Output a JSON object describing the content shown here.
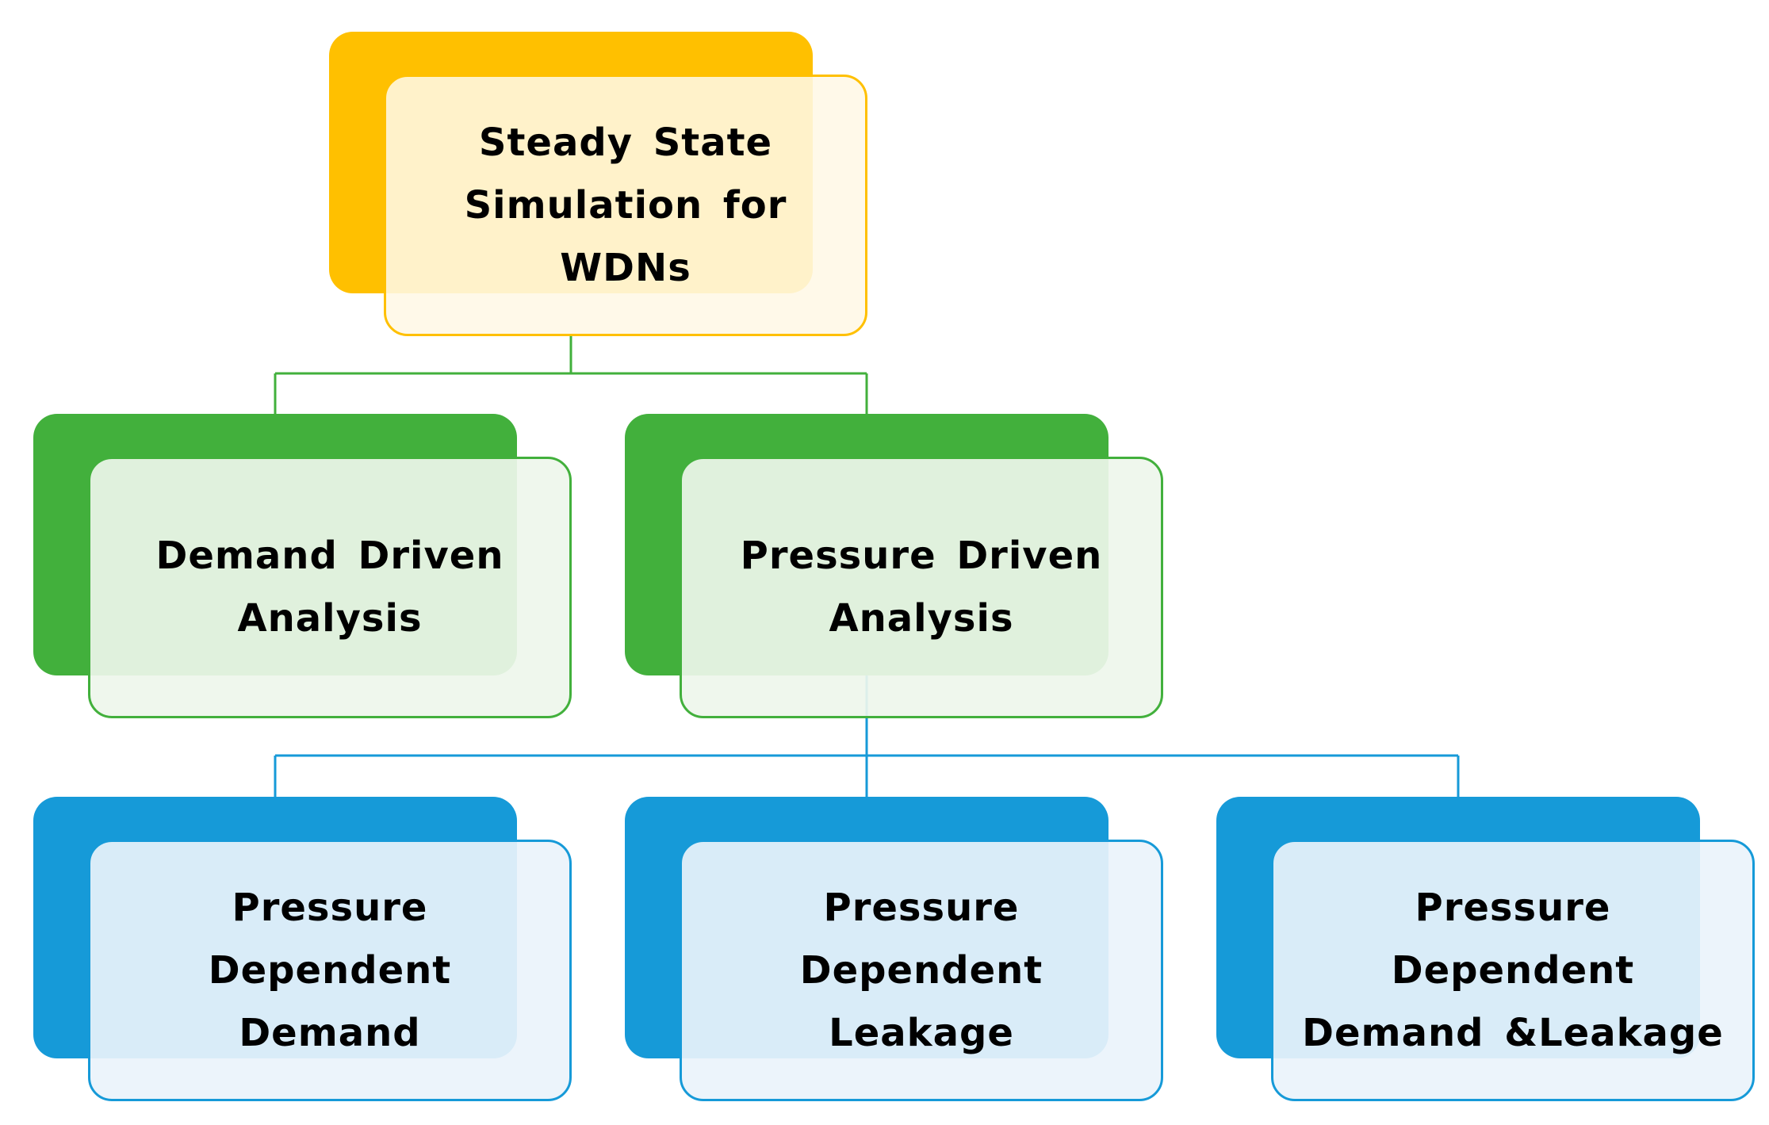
{
  "colors": {
    "root": "#ffc000",
    "level2": "#42b03c",
    "level3": "#169ad8"
  },
  "nodes": {
    "root": {
      "label": "Steady State\nSimulation for\nWDNs"
    },
    "demand_driven": {
      "label": "Demand Driven\nAnalysis"
    },
    "pressure_driven": {
      "label": "Pressure Driven\nAnalysis"
    },
    "pressure_dependent_demand": {
      "label": "Pressure\nDependent\nDemand"
    },
    "pressure_dependent_leakage": {
      "label": "Pressure\nDependent\nLeakage"
    },
    "pressure_dependent_demand_leakage": {
      "label": "Pressure\nDependent\nDemand &Leakage"
    }
  }
}
